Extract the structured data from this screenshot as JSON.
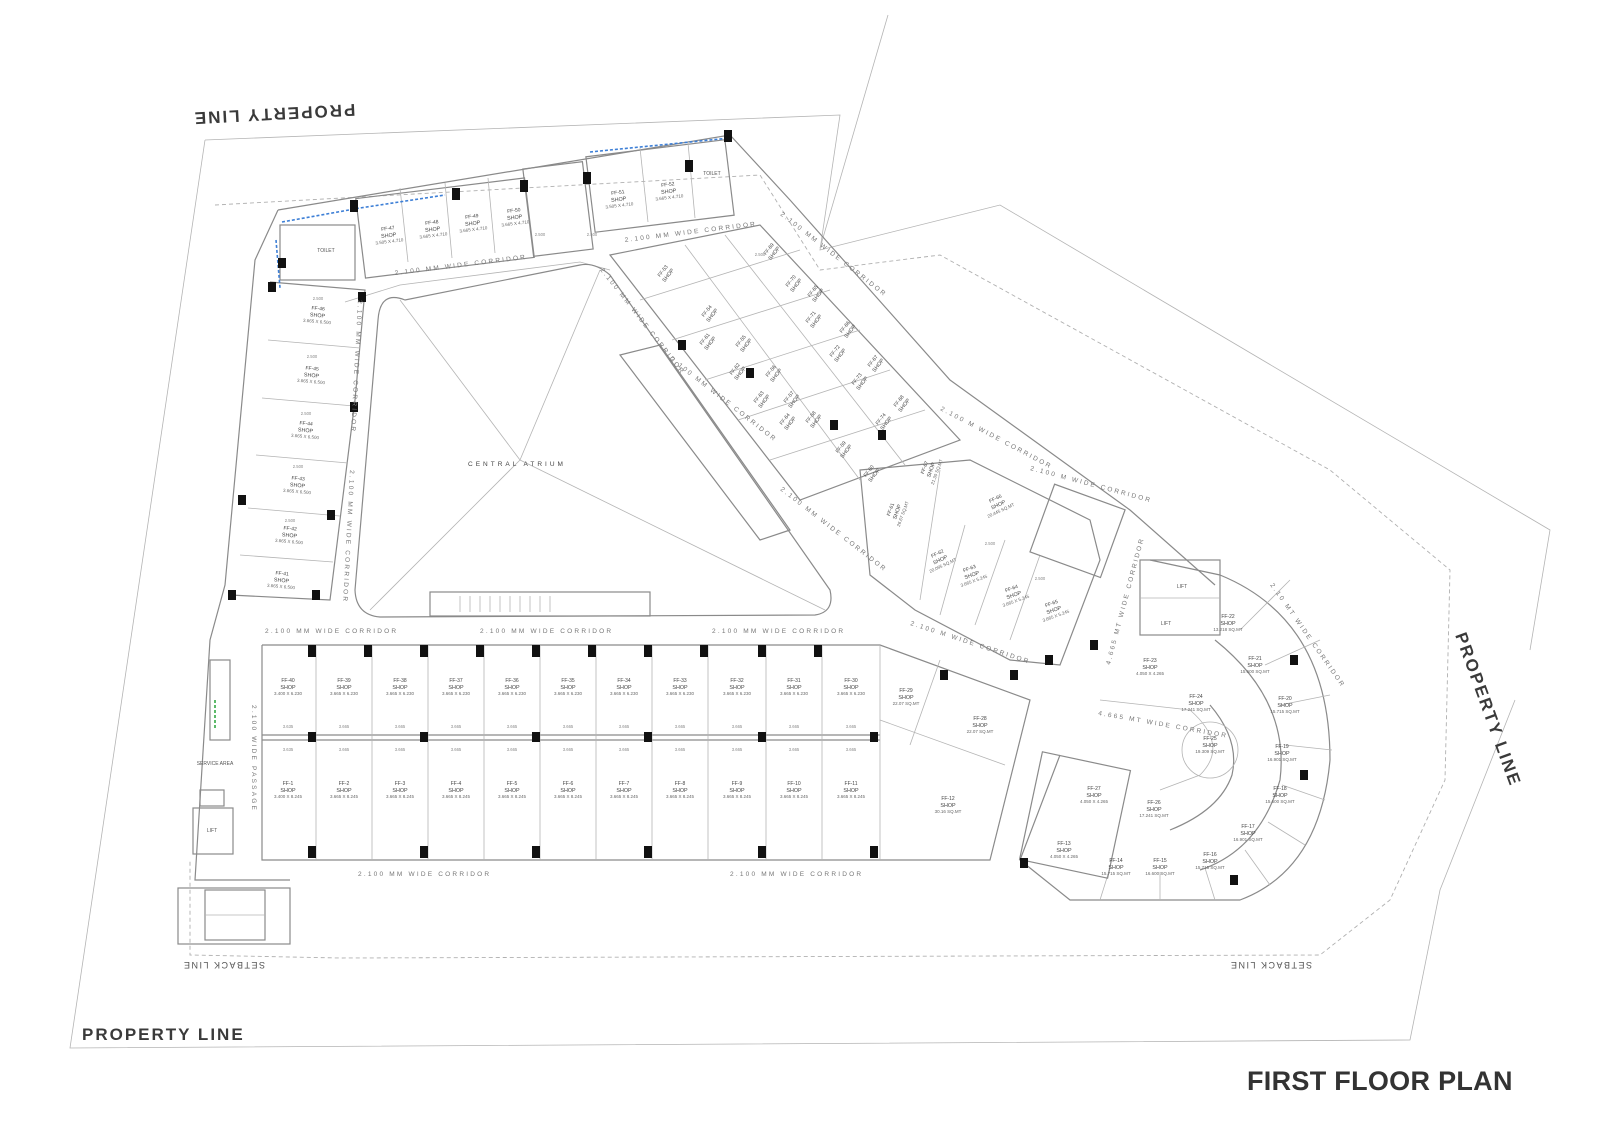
{
  "title": "FIRST FLOOR PLAN",
  "labels": {
    "property_line": "PROPERTY LINE",
    "setback_line": "SETBACK LINE",
    "central_atrium": "CENTRAL ATRIUM",
    "corridor_2100": "2.100 MM WIDE CORRIDOR",
    "corridor_2100_b": "2.100 M WIDE CORRIDOR",
    "corridor_2100_mt": "2.10 MT WIDE CORRIDOR",
    "corridor_4665": "4.665 MT WIDE CORRIDOR",
    "passage_2100": "2.100 WIDE PASSAGE",
    "lift": "LIFT",
    "service_area": "SERVICE AREA",
    "toilet": "TOILET",
    "dim_a": "2.500",
    "dim_b": "3.665",
    "dim_c": "3.635"
  },
  "shop_word": "SHOP",
  "shops": {
    "row_bottom": [
      {
        "id": "FF-1",
        "size": "3.400 X 8.245"
      },
      {
        "id": "FF-2",
        "size": "3.665 X 8.245"
      },
      {
        "id": "FF-3",
        "size": "3.665 X 8.245"
      },
      {
        "id": "FF-4",
        "size": "3.665 X 8.245"
      },
      {
        "id": "FF-5",
        "size": "3.665 X 8.245"
      },
      {
        "id": "FF-6",
        "size": "3.665 X 8.245"
      },
      {
        "id": "FF-7",
        "size": "3.665 X 8.245"
      },
      {
        "id": "FF-8",
        "size": "3.665 X 8.245"
      },
      {
        "id": "FF-9",
        "size": "3.665 X 8.245"
      },
      {
        "id": "FF-10",
        "size": "3.665 X 8.245"
      },
      {
        "id": "FF-11",
        "size": "3.665 X 8.245"
      }
    ],
    "row_top": [
      {
        "id": "FF-40",
        "size": "3.400 X 6.230"
      },
      {
        "id": "FF-39",
        "size": "3.665 X 6.230"
      },
      {
        "id": "FF-38",
        "size": "3.665 X 6.230"
      },
      {
        "id": "FF-37",
        "size": "3.665 X 6.230"
      },
      {
        "id": "FF-36",
        "size": "3.665 X 6.230"
      },
      {
        "id": "FF-35",
        "size": "3.665 X 6.230"
      },
      {
        "id": "FF-34",
        "size": "3.665 X 6.230"
      },
      {
        "id": "FF-33",
        "size": "3.665 X 6.230"
      },
      {
        "id": "FF-32",
        "size": "3.665 X 6.230"
      },
      {
        "id": "FF-31",
        "size": "3.665 X 6.230"
      },
      {
        "id": "FF-30",
        "size": "3.665 X 6.230"
      }
    ],
    "left_column": [
      {
        "id": "FF-46",
        "size": "3.665 X 6.500"
      },
      {
        "id": "FF-45",
        "size": "3.665 X 6.500"
      },
      {
        "id": "FF-44",
        "size": "3.665 X 6.500"
      },
      {
        "id": "FF-43",
        "size": "3.665 X 6.500"
      },
      {
        "id": "FF-42",
        "size": "3.665 X 6.500"
      },
      {
        "id": "FF-41",
        "size": "3.665 X 6.500"
      }
    ],
    "top_row": [
      {
        "id": "FF-47",
        "size": "3.505 X 4.710"
      },
      {
        "id": "FF-48",
        "size": "3.665 X 4.710"
      },
      {
        "id": "FF-49",
        "size": "3.665 X 4.710"
      },
      {
        "id": "FF-50",
        "size": "3.665 X 4.710"
      },
      {
        "id": "FF-51",
        "size": "3.505 X 4.710"
      },
      {
        "id": "FF-52",
        "size": "3.665 X 4.710"
      }
    ],
    "corner": [
      {
        "id": "FF-29",
        "size": "22.07 SQ.MT"
      },
      {
        "id": "FF-28",
        "size": "22.07 SQ.MT"
      },
      {
        "id": "FF-12",
        "size": "30.16 SQ.MT"
      }
    ],
    "diagonal_labels": [
      "FF-53",
      "FF-54",
      "FF-55",
      "FF-56",
      "FF-57",
      "FF-58",
      "FF-59",
      "FF-60",
      "FF-61",
      "FF-62",
      "FF-63",
      "FF-64",
      "FF-65",
      "FF-66",
      "FF-67",
      "FF-68",
      "FF-69",
      "FF-70",
      "FF-71",
      "FF-72",
      "FF-73",
      "FF-74"
    ],
    "east_block": [
      {
        "id": "FF-61",
        "size": "26.67 SQ.MT"
      },
      {
        "id": "FF-62",
        "size": "20.095 SQ.MT"
      },
      {
        "id": "FF-63",
        "size": "3.665 X 5.245"
      },
      {
        "id": "FF-64",
        "size": "3.665 X 5.245"
      },
      {
        "id": "FF-65",
        "size": "3.665 X 5.245"
      },
      {
        "id": "FF-66",
        "size": "20.445 SQ.MT"
      },
      {
        "id": "FF-67",
        "size": "21.30 SQ.MT"
      }
    ],
    "curved": [
      {
        "id": "FF-22",
        "size": "13.218 SQ.MT"
      },
      {
        "id": "FF-21",
        "size": "15.600 SQ.MT"
      },
      {
        "id": "FF-20",
        "size": "15.715 SQ.MT"
      },
      {
        "id": "FF-19",
        "size": "16.901 SQ.MT"
      },
      {
        "id": "FF-18",
        "size": "15.600 SQ.MT"
      },
      {
        "id": "FF-17",
        "size": "16.901 SQ.MT"
      },
      {
        "id": "FF-16",
        "size": "15.715 SQ.MT"
      },
      {
        "id": "FF-15",
        "size": "16.600 SQ.MT"
      },
      {
        "id": "FF-14",
        "size": "15.715 SQ.MT"
      },
      {
        "id": "FF-13",
        "size": "4.050 X 4.265"
      },
      {
        "id": "FF-23",
        "size": "4.050 X 4.265"
      },
      {
        "id": "FF-24",
        "size": "17.241 SQ.MT"
      },
      {
        "id": "FF-25",
        "size": "19.309 SQ.MT"
      },
      {
        "id": "FF-26",
        "size": "17.241 SQ.MT"
      },
      {
        "id": "FF-27",
        "size": "4.050 X 4.265"
      }
    ]
  }
}
